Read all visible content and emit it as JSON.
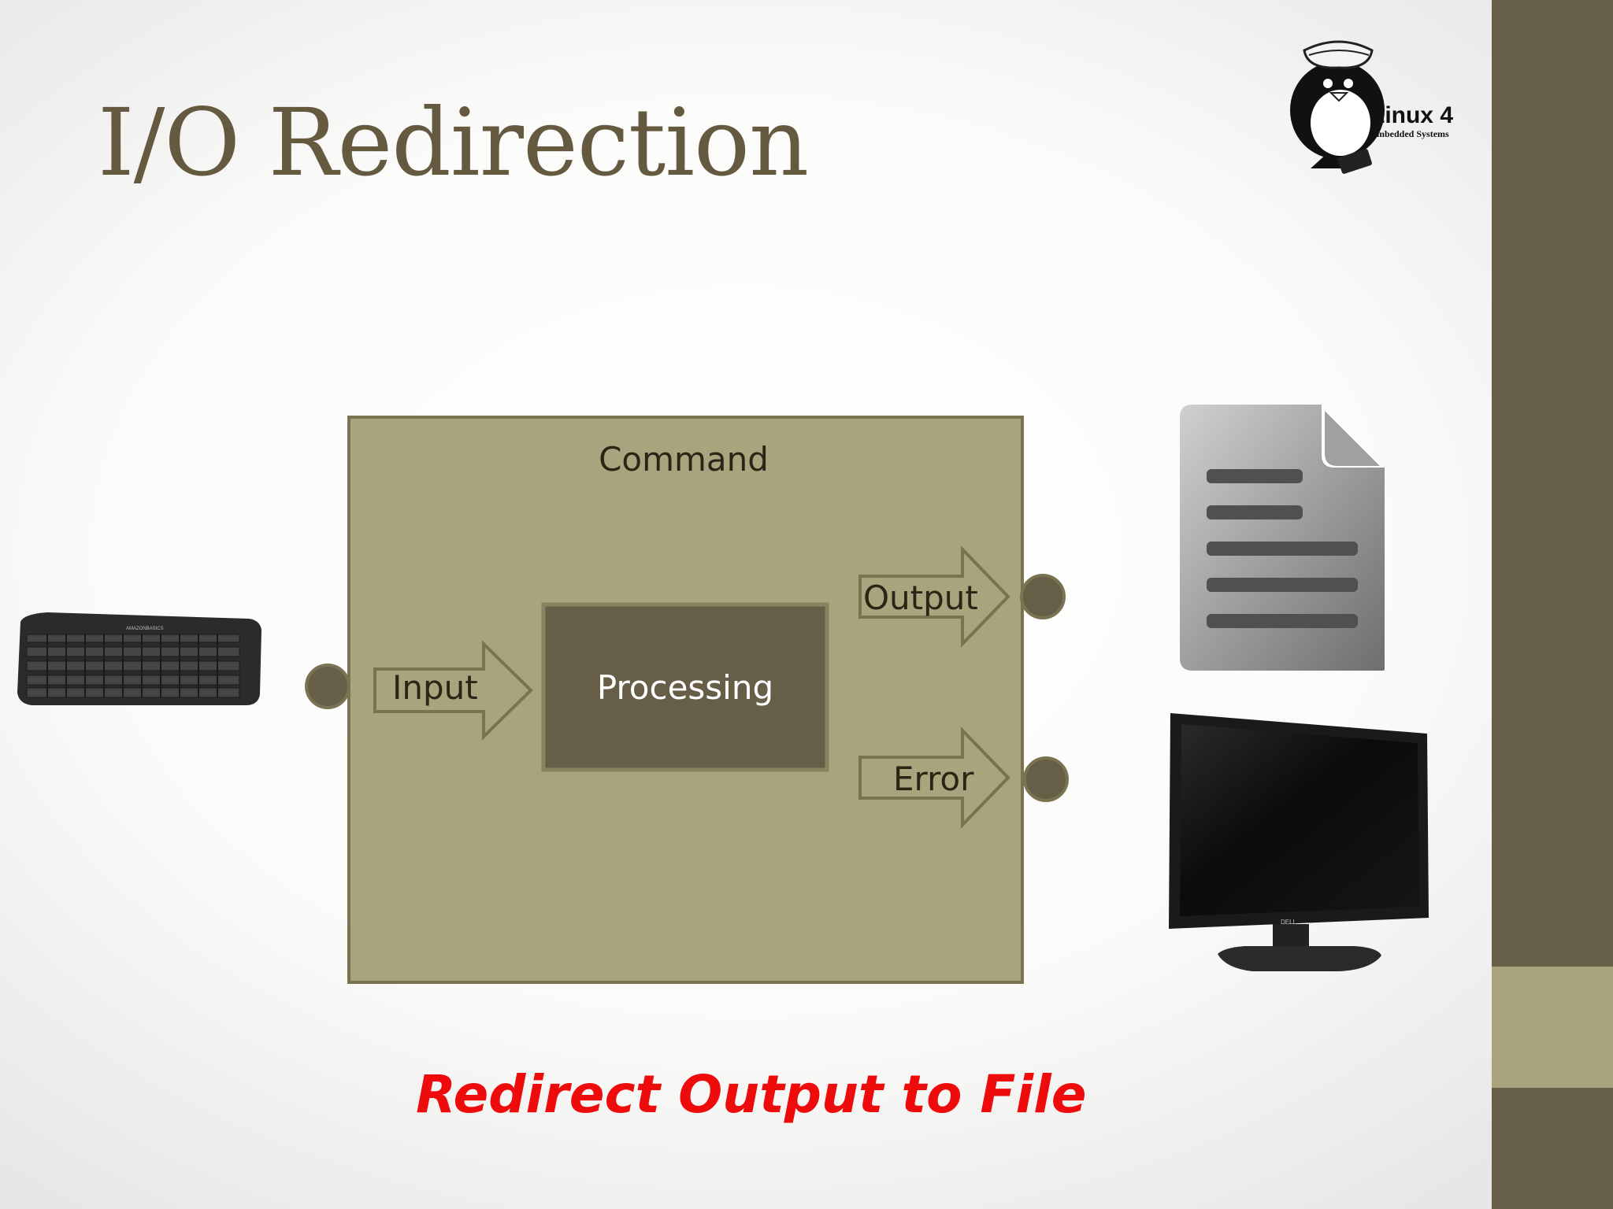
{
  "slide": {
    "title": "I/O Redirection",
    "caption": "Redirect Output to File",
    "colors": {
      "sidebar_dark": "#675e48",
      "sidebar_light": "#a9a47d",
      "title": "#65593f",
      "command_fill": "#a9a47d",
      "box_border": "#7a7352",
      "processing_fill": "#665e47",
      "caption": "#ee0b0b"
    }
  },
  "logo": {
    "text_main": "Linux 4",
    "text_sub": "Embedded Systems"
  },
  "diagram": {
    "command_label": "Command",
    "processing_label": "Processing",
    "input_label": "Input",
    "output_label": "Output",
    "error_label": "Error"
  },
  "devices": {
    "keyboard_brand": "AMAZONBASICS",
    "monitor_brand": "DELL"
  },
  "icons": {
    "input_device": "keyboard-image",
    "output_destination": "file-document-icon",
    "error_destination": "monitor-image"
  }
}
